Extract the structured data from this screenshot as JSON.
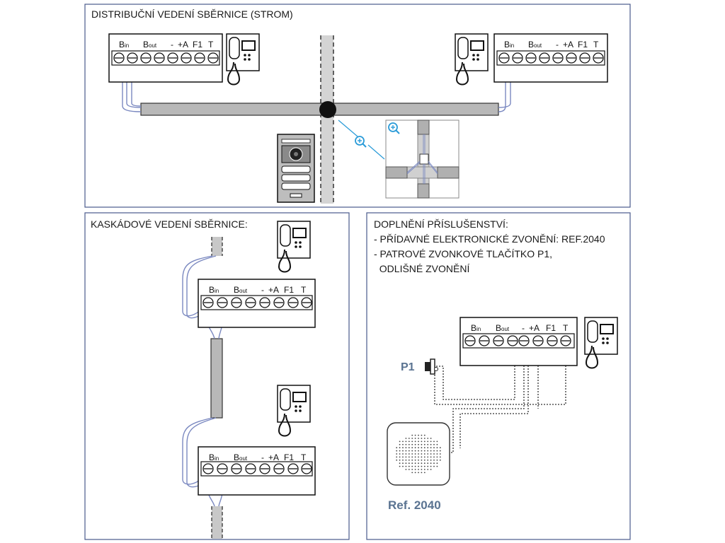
{
  "panels": {
    "tree": {
      "title": "DISTRIBUČNÍ VEDENÍ SBĚRNICE (STROM)"
    },
    "cascade": {
      "title": "KASKÁDOVÉ VEDENÍ SBĚRNICE:"
    },
    "accessories": {
      "lines": [
        "DOPLNĚNÍ PŘÍSLUŠENSTVÍ:",
        "- PŘÍDAVNÉ ELEKTRONICKÉ ZVONĚNÍ: REF.2040",
        "- PATROVÉ ZVONKOVÉ TLAČÍTKO P1,",
        "  ODLIŠNÉ ZVONĚNÍ"
      ],
      "button_label": "P1",
      "chime_label": "Ref. 2040"
    }
  },
  "terminal_labels": {
    "b_in": "B",
    "b_in_sub": "in",
    "b_out": "B",
    "b_out_sub": "out",
    "minus": "-",
    "plus_a": "+A",
    "f1": "F1",
    "t": "T"
  },
  "colors": {
    "panel_border": "#4a5a8c",
    "bus_fill": "#b8b8b8",
    "wire_blue": "#7a88c0",
    "label_blue": "#5a7391",
    "zoom_icon": "#2a9bd8"
  }
}
